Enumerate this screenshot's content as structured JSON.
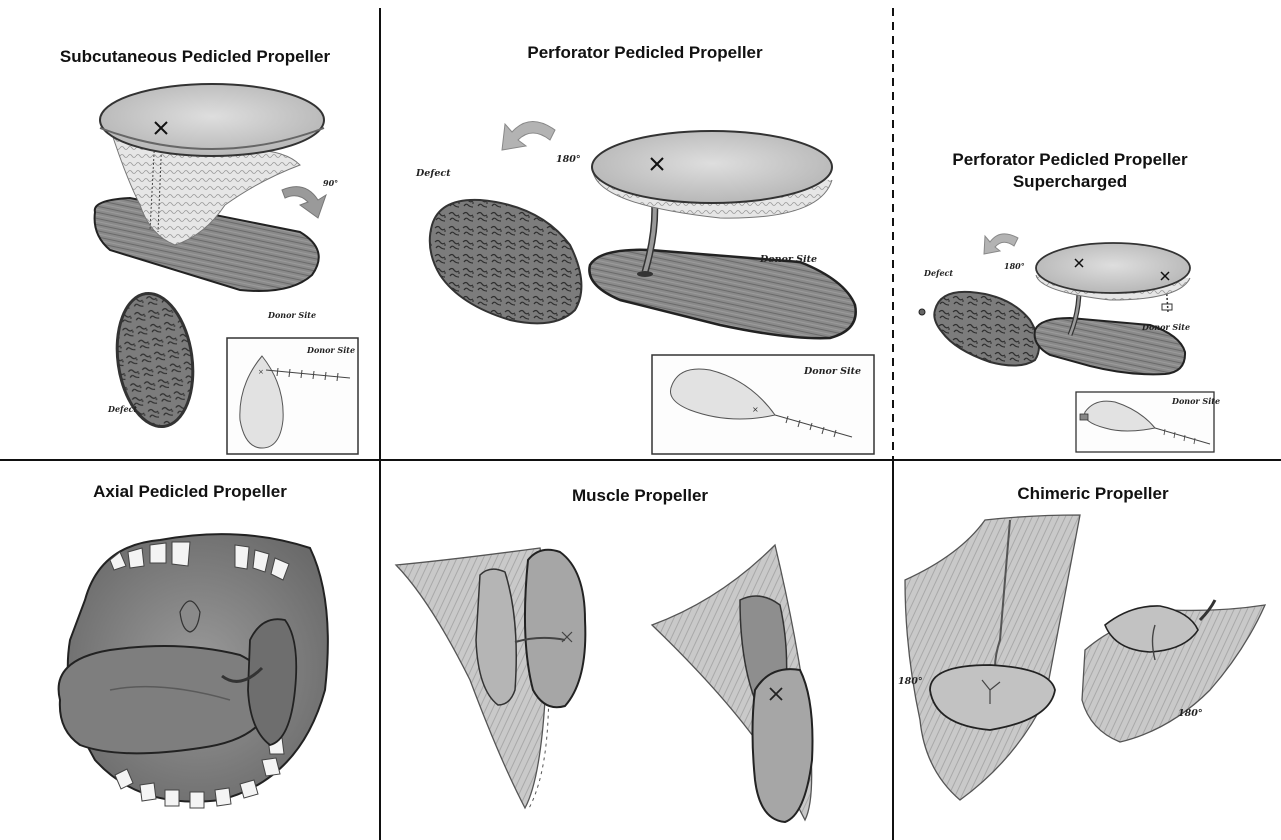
{
  "panels": {
    "subcutaneous": {
      "title": "Subcutaneous Pedicled Propeller",
      "rotation": "90°",
      "donor_site": "Donor Site",
      "defect": "Defect",
      "inset_donor_site": "Donor Site"
    },
    "perforator": {
      "title": "Perforator Pedicled Propeller",
      "rotation": "180°",
      "defect": "Defect",
      "donor_site": "Donor Site",
      "inset_donor_site": "Donor Site"
    },
    "supercharged": {
      "title_line1": "Perforator Pedicled Propeller",
      "title_line2": "Supercharged",
      "defect": "Defect",
      "rotation": "180°",
      "donor_site": "Donor Site",
      "inset_donor_site": "Donor Site"
    },
    "axial": {
      "title": "Axial Pedicled Propeller"
    },
    "muscle": {
      "title": "Muscle  Propeller"
    },
    "chimeric": {
      "title": "Chimeric  Propeller",
      "rotation_left": "180°",
      "rotation_right": "180°"
    }
  }
}
